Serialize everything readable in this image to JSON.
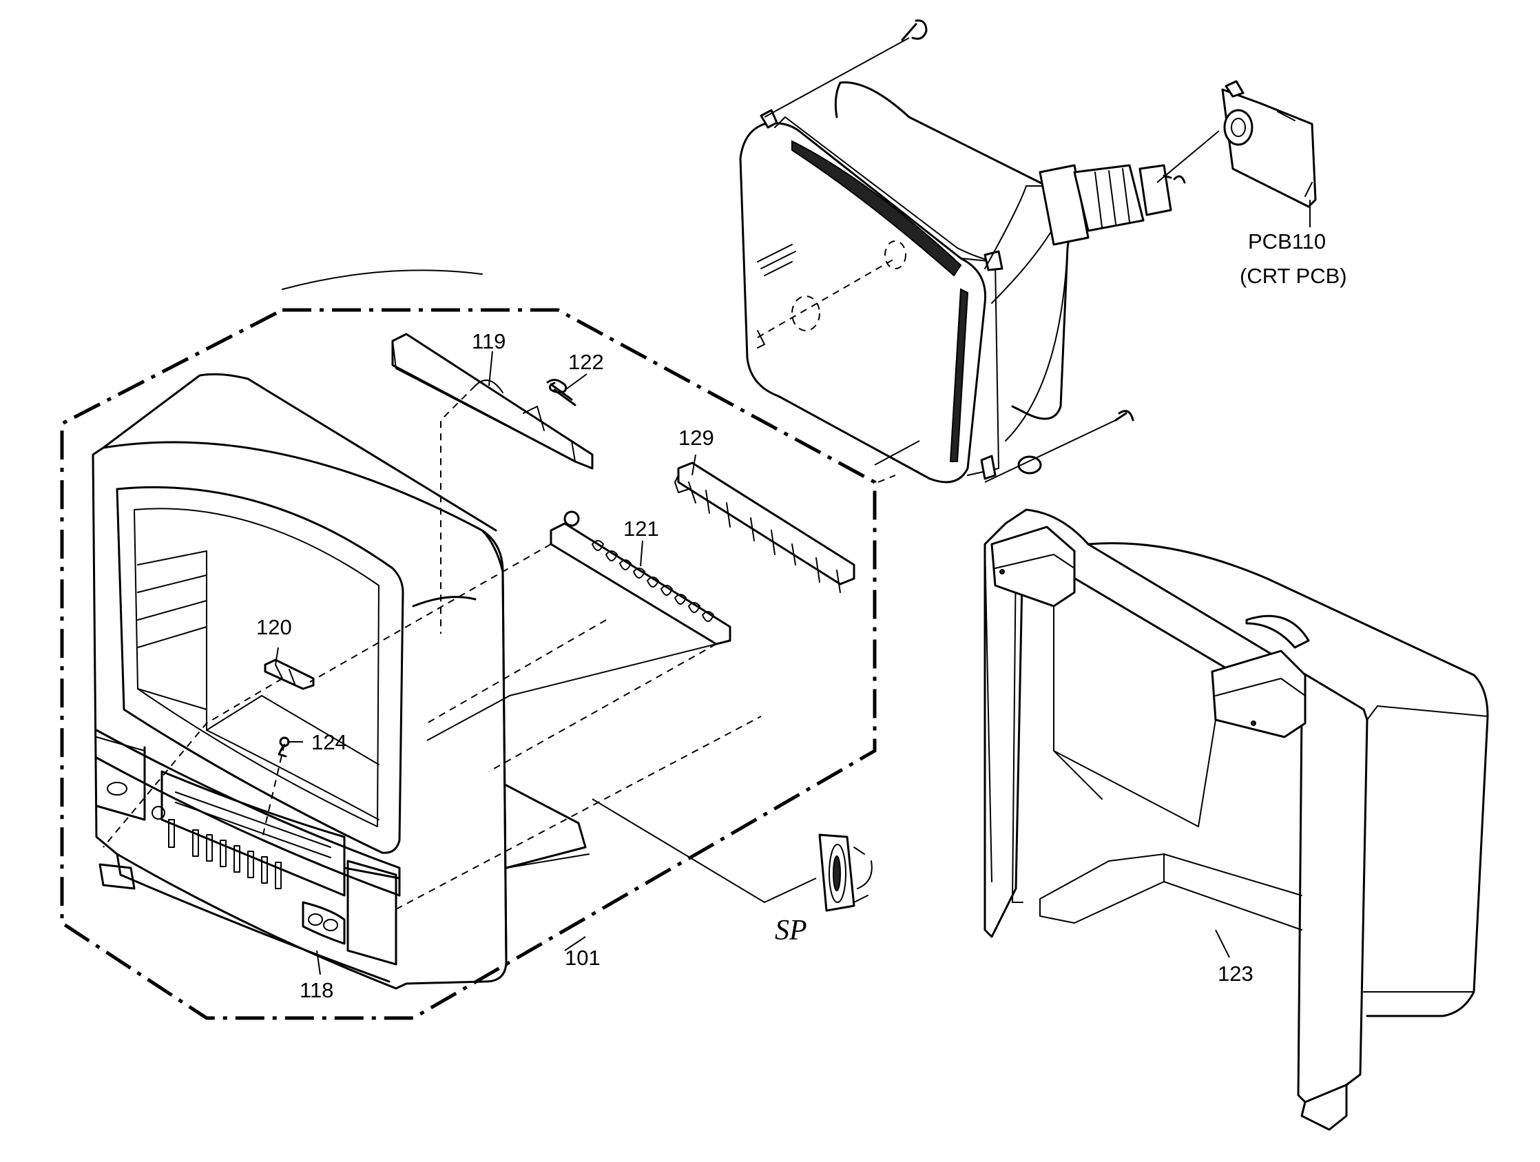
{
  "labels": {
    "part_119": "119",
    "part_122": "122",
    "part_129": "129",
    "part_121": "121",
    "part_120": "120",
    "part_124": "124",
    "part_101": "101",
    "part_118": "118",
    "part_123": "123",
    "speaker": "SP",
    "pcb_name": "PCB110",
    "pcb_desc": "(CRT PCB)"
  },
  "colors": {
    "ink": "#000000",
    "paper": "#ffffff"
  }
}
